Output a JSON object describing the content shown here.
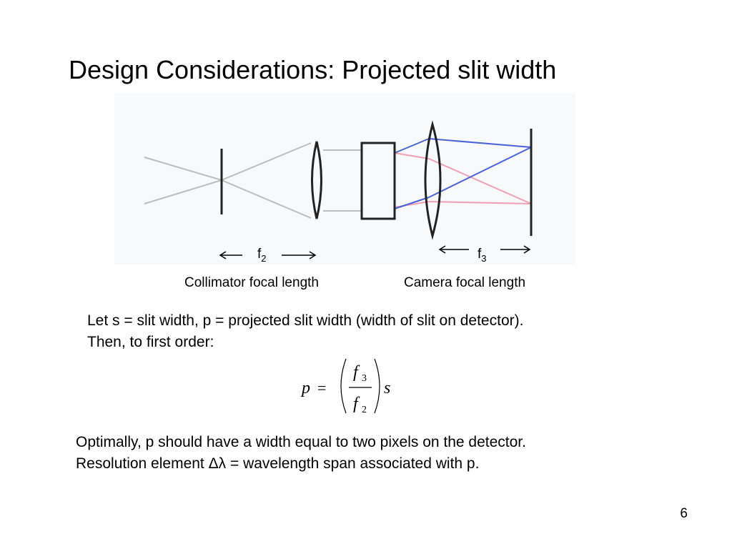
{
  "slide": {
    "title": "Design Considerations: Projected slit width",
    "page_number": "6"
  },
  "diagram": {
    "f2": {
      "symbol": "f",
      "subscript": "2"
    },
    "f3": {
      "symbol": "f",
      "subscript": "3"
    },
    "collimator_caption": "Collimator focal length",
    "camera_caption": "Camera focal length",
    "colors": {
      "gray_rays": "#bdbdbd",
      "blue_rays": "#4a63d8",
      "red_rays": "#f0a0b4",
      "optics": "#222222",
      "background_tint": "#f8f9fb"
    }
  },
  "text": {
    "line1": "Let s = slit width, p = projected slit width (width of slit on detector).",
    "line2": "Then, to first order:",
    "line3": "Optimally, p should have a width equal to two pixels on the detector.",
    "line4": "Resolution element Δλ = wavelength span associated with p."
  },
  "formula": {
    "lhs": "p",
    "equals": "=",
    "numerator": {
      "symbol": "f",
      "subscript": "3"
    },
    "denominator": {
      "symbol": "f",
      "subscript": "2"
    },
    "rhs": "s"
  }
}
